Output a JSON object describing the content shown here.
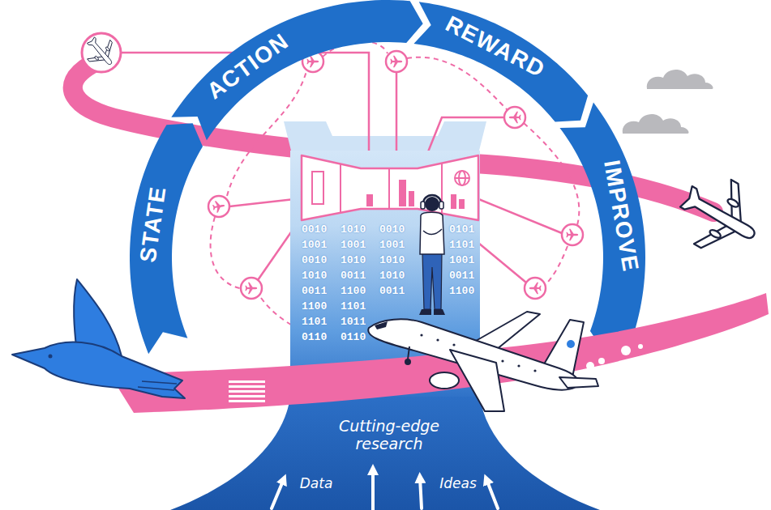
{
  "diagram": {
    "nodes": [
      {
        "text": [
          "STATE"
        ]
      },
      {
        "text": [
          "ACTION"
        ]
      },
      {
        "text": [
          "REWARD"
        ]
      },
      {
        "text": [
          "IMPROVE"
        ]
      },
      {
        "text": [
          "0010 1001 0010 1010 0011 1100 1101 0110",
          "1010 1001 1010 0011 1100 1101 1011 0110",
          "0010 1001 1010 1010 0011",
          "0101 1101 1001 0011 1100"
        ]
      },
      {
        "text": [
          "Cutting-edge research",
          "Data",
          "Ideas"
        ]
      }
    ]
  }
}
